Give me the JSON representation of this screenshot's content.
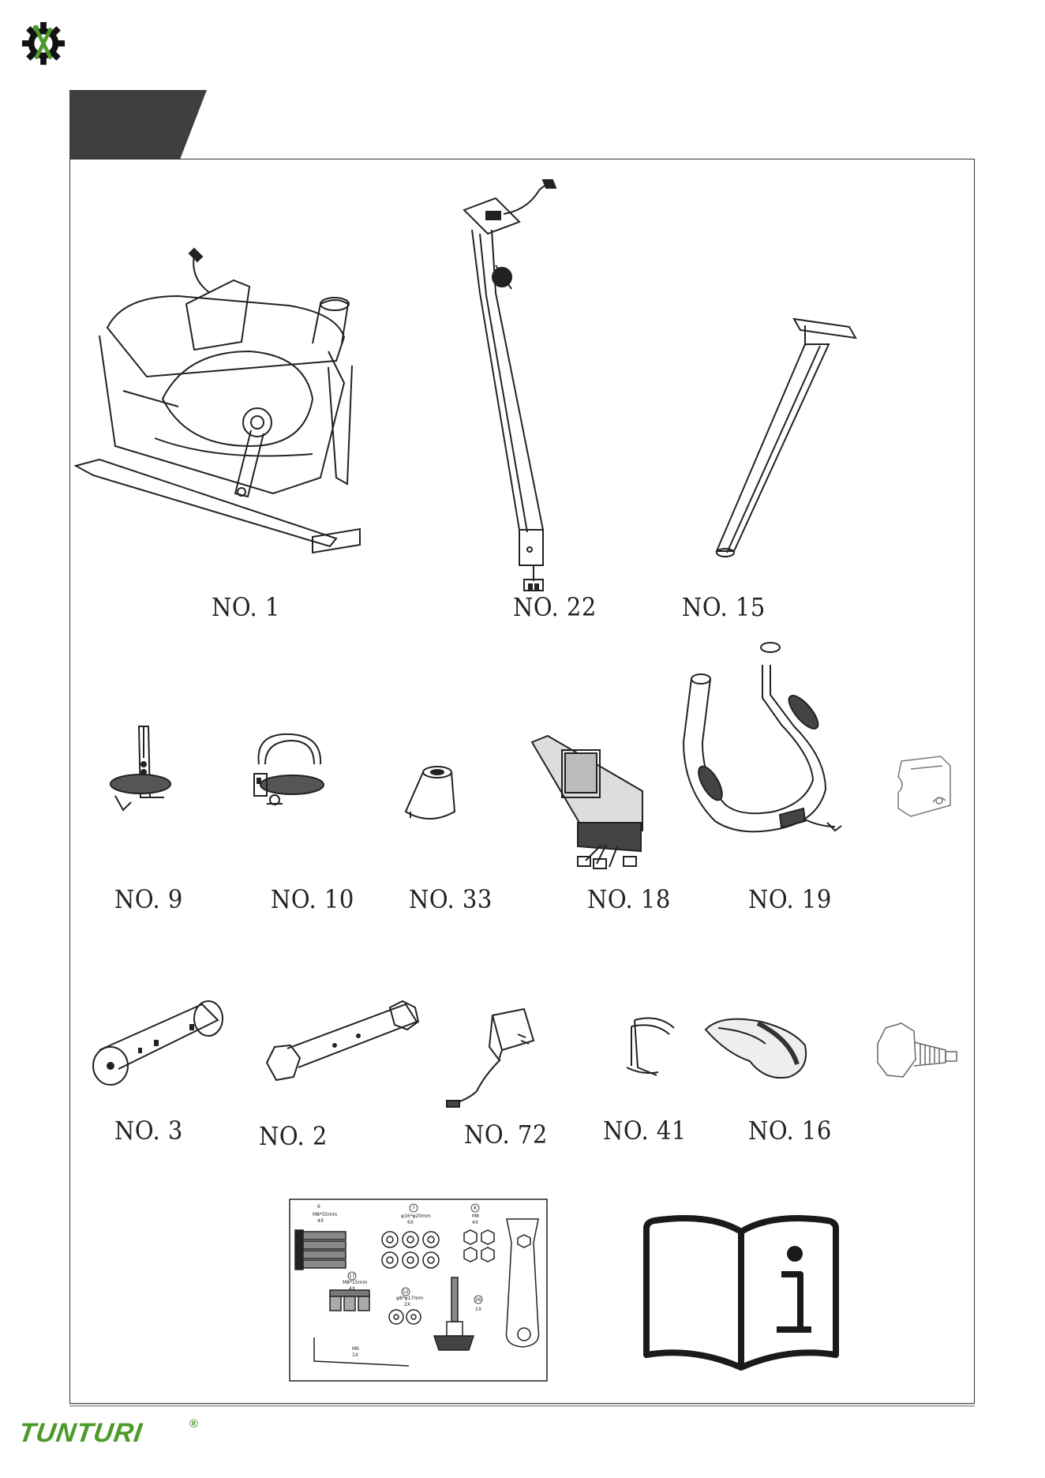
{
  "parts_row1": [
    {
      "id": "part-1",
      "label": "NO. 1"
    },
    {
      "id": "part-22",
      "label": "NO. 22"
    },
    {
      "id": "part-15",
      "label": "NO. 15"
    }
  ],
  "parts_row2": [
    {
      "id": "part-9",
      "label": "NO. 9"
    },
    {
      "id": "part-10",
      "label": "NO. 10"
    },
    {
      "id": "part-33",
      "label": "NO. 33"
    },
    {
      "id": "part-18",
      "label": "NO. 18"
    },
    {
      "id": "part-19",
      "label": "NO. 19"
    }
  ],
  "parts_row3": [
    {
      "id": "part-3",
      "label": "NO. 3"
    },
    {
      "id": "part-2",
      "label": "NO. 2"
    },
    {
      "id": "part-72",
      "label": "NO. 72"
    },
    {
      "id": "part-41",
      "label": "NO. 41"
    },
    {
      "id": "part-16",
      "label": "NO. 16"
    }
  ],
  "hardware_kit": {
    "items": [
      {
        "num": "6",
        "spec": "M8*55mm",
        "qty": "4X"
      },
      {
        "num": "7",
        "spec": "φ16*φ20mm",
        "qty": "6X"
      },
      {
        "num": "8",
        "spec": "M8",
        "qty": "4X"
      },
      {
        "num": "17",
        "spec": "M8*15mm",
        "qty": "4X"
      },
      {
        "num": "12",
        "spec": "φ8*φ17mm",
        "qty": "2X"
      },
      {
        "num": "26",
        "spec": "",
        "qty": "1X"
      },
      {
        "num": "",
        "spec": "M6",
        "qty": "1X"
      }
    ]
  },
  "icons": {
    "logo": "gear-wrench-logo-icon",
    "manual": "info-manual-icon"
  },
  "colors": {
    "brand_green": "#4d9a2a",
    "tab_band": "#3f3f3f"
  },
  "brand": {
    "name": "TUNTURI",
    "reg": "®"
  }
}
